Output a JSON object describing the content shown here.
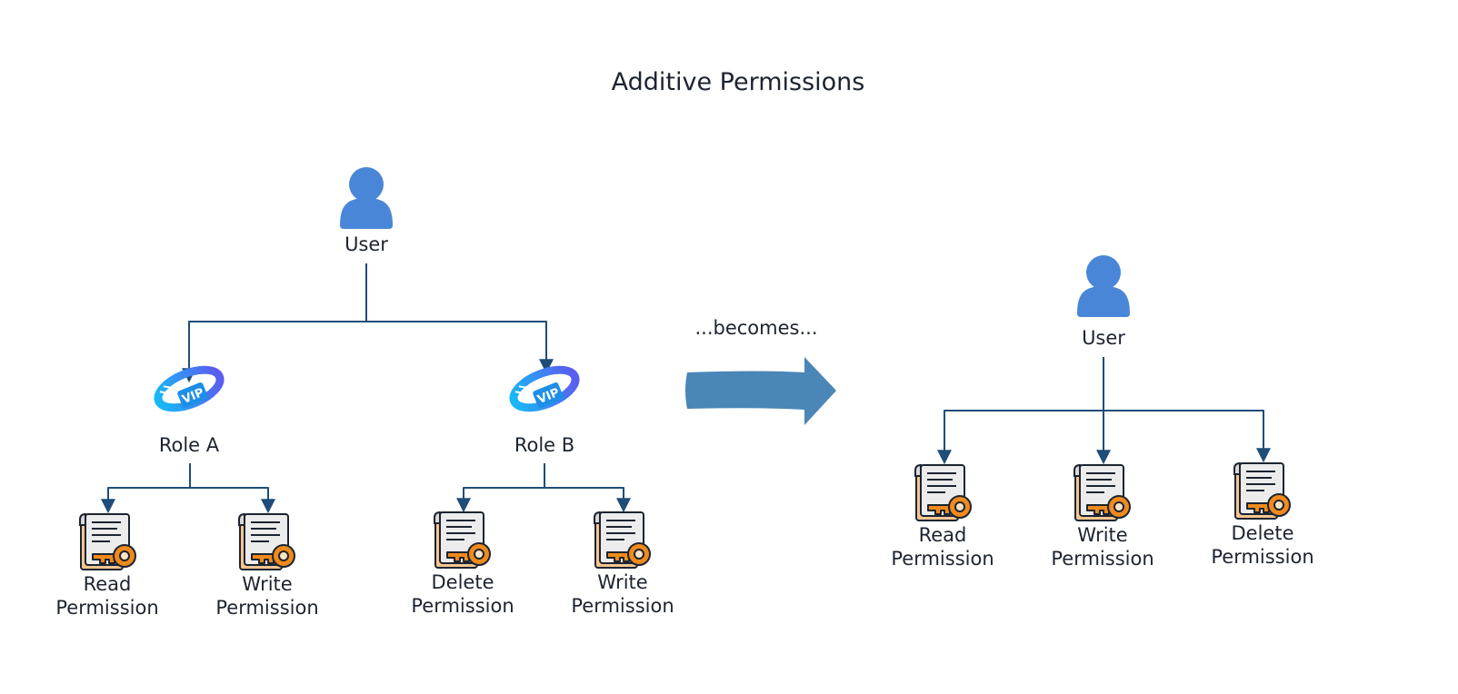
{
  "title": "Additive Permissions",
  "transition_label": "...becomes...",
  "before": {
    "user": {
      "label": "User",
      "icon": "user-icon"
    },
    "roles": [
      {
        "label": "Role A",
        "icon": "vip-badge-icon",
        "permissions": [
          {
            "line1": "Read",
            "line2": "Permission",
            "icon": "document-key-icon"
          },
          {
            "line1": "Write",
            "line2": "Permission",
            "icon": "document-key-icon"
          }
        ]
      },
      {
        "label": "Role B",
        "icon": "vip-badge-icon",
        "permissions": [
          {
            "line1": "Delete",
            "line2": "Permission",
            "icon": "document-key-icon"
          },
          {
            "line1": "Write",
            "line2": "Permission",
            "icon": "document-key-icon"
          }
        ]
      }
    ]
  },
  "after": {
    "user": {
      "label": "User",
      "icon": "user-icon"
    },
    "permissions": [
      {
        "line1": "Read",
        "line2": "Permission",
        "icon": "document-key-icon"
      },
      {
        "line1": "Write",
        "line2": "Permission",
        "icon": "document-key-icon"
      },
      {
        "line1": "Delete",
        "line2": "Permission",
        "icon": "document-key-icon"
      }
    ]
  },
  "colors": {
    "user_icon": "#4a86d8",
    "connector": "#1e4d78",
    "transition_arrow": "#4a86b8",
    "key": "#f08a1c",
    "badge": "#1aa3f0"
  }
}
